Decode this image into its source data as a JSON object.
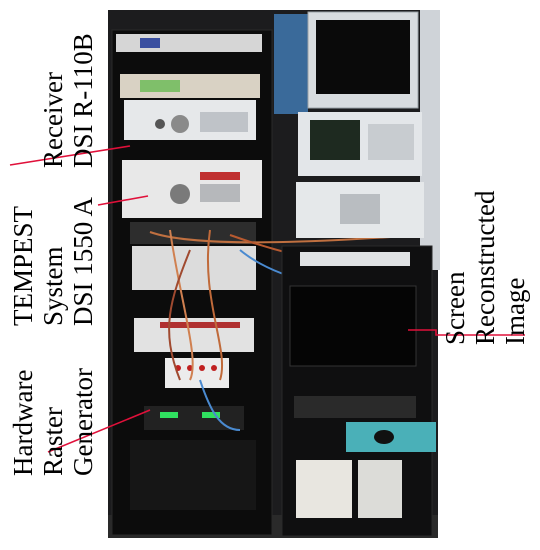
{
  "labels": {
    "receiver": {
      "line1": "Receiver",
      "line2": "DSI R-110B"
    },
    "tempest": {
      "line1": "TEMPEST",
      "line2": "System",
      "line3": "DSI 1550 A"
    },
    "hardware": {
      "line1": "Hardware",
      "line2": "Raster",
      "line3": "Generator"
    },
    "screen": {
      "line1": "Screen",
      "line2": "Reconstructed",
      "line3": "Image"
    }
  },
  "colors": {
    "pointer": "#e0103a",
    "background": "#ffffff",
    "rack": "#111111"
  }
}
